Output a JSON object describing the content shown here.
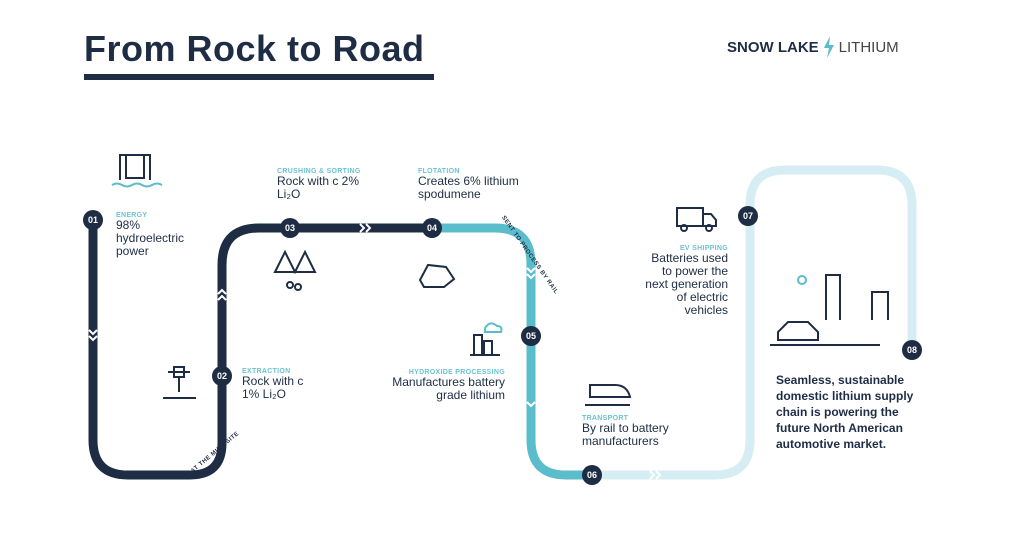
{
  "title": "From Rock to Road",
  "logo": {
    "brand": "SNOW LAKE",
    "product": "LITHIUM"
  },
  "steps": [
    {
      "num": "01",
      "label": "ENERGY",
      "text": "98% hydroelectric power"
    },
    {
      "num": "02",
      "label": "EXTRACTION",
      "text": "Rock with c 1% Li₂O"
    },
    {
      "num": "03",
      "label": "CRUSHING & SORTING",
      "text": "Rock with c 2% Li₂O"
    },
    {
      "num": "04",
      "label": "FLOTATION",
      "text": "Creates 6% lithium spodumene"
    },
    {
      "num": "05",
      "label": "HYDROXIDE PROCESSING",
      "text": "Manufactures battery grade lithium"
    },
    {
      "num": "06",
      "label": "TRANSPORT",
      "text": "By rail to battery manufacturers"
    },
    {
      "num": "07",
      "label": "EV SHIPPING",
      "text": "Batteries used to power the next generation of electric vehicles"
    },
    {
      "num": "08",
      "text": "Seamless, sustainable domestic lithium supply chain is powering the future North American automotive market."
    }
  ],
  "path_labels": {
    "mine": "AT THE MINE SITE",
    "rail": "SENT TO PROCESS BY RAIL"
  },
  "colors": {
    "navy": "#1e2d44",
    "teal": "#5bbccc",
    "light": "#d6eef3"
  }
}
